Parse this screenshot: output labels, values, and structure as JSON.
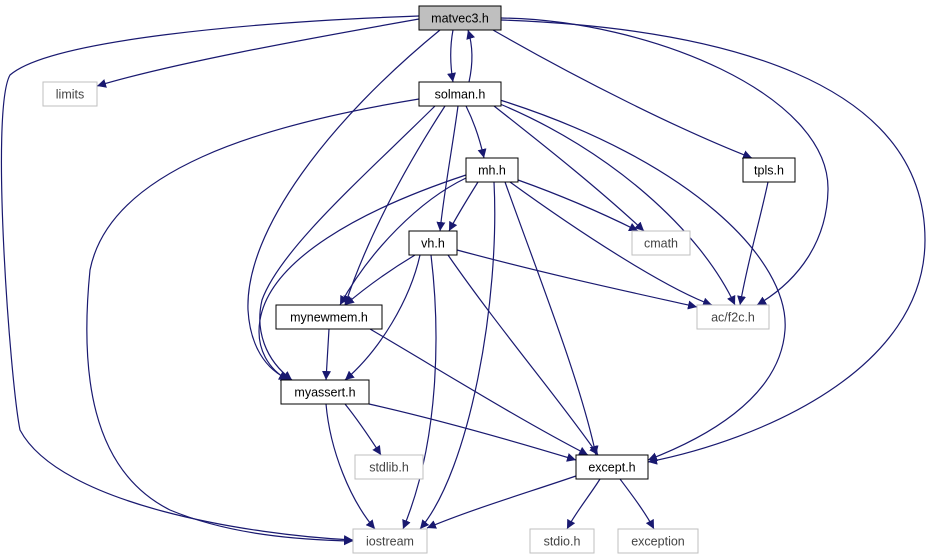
{
  "graph": {
    "root": "matvec3.h",
    "colors": {
      "edge": "#191970",
      "root_fill": "#bfbfbf",
      "root_border": "#000000",
      "internal_border": "#000000",
      "external_border": "#bfbfbf",
      "text": "#000000"
    },
    "nodes": [
      {
        "id": "matvec3",
        "label": "matvec3.h",
        "kind": "root"
      },
      {
        "id": "limits",
        "label": "limits",
        "kind": "external"
      },
      {
        "id": "solman",
        "label": "solman.h",
        "kind": "internal"
      },
      {
        "id": "mh",
        "label": "mh.h",
        "kind": "internal"
      },
      {
        "id": "tpls",
        "label": "tpls.h",
        "kind": "internal"
      },
      {
        "id": "vh",
        "label": "vh.h",
        "kind": "internal"
      },
      {
        "id": "cmath",
        "label": "cmath",
        "kind": "external"
      },
      {
        "id": "mynewmem",
        "label": "mynewmem.h",
        "kind": "internal"
      },
      {
        "id": "acf2c",
        "label": "ac/f2c.h",
        "kind": "external"
      },
      {
        "id": "myassert",
        "label": "myassert.h",
        "kind": "internal"
      },
      {
        "id": "stdlib",
        "label": "stdlib.h",
        "kind": "external"
      },
      {
        "id": "except",
        "label": "except.h",
        "kind": "internal"
      },
      {
        "id": "iostream",
        "label": "iostream",
        "kind": "external"
      },
      {
        "id": "stdio",
        "label": "stdio.h",
        "kind": "external"
      },
      {
        "id": "exception",
        "label": "exception",
        "kind": "external"
      }
    ],
    "edges": [
      {
        "from": "matvec3",
        "to": "limits"
      },
      {
        "from": "matvec3",
        "to": "solman"
      },
      {
        "from": "matvec3",
        "to": "tpls"
      },
      {
        "from": "matvec3",
        "to": "acf2c"
      },
      {
        "from": "matvec3",
        "to": "except"
      },
      {
        "from": "matvec3",
        "to": "iostream"
      },
      {
        "from": "matvec3",
        "to": "myassert"
      },
      {
        "from": "solman",
        "to": "matvec3"
      },
      {
        "from": "solman",
        "to": "mh"
      },
      {
        "from": "solman",
        "to": "vh"
      },
      {
        "from": "solman",
        "to": "cmath"
      },
      {
        "from": "solman",
        "to": "acf2c"
      },
      {
        "from": "solman",
        "to": "except"
      },
      {
        "from": "solman",
        "to": "iostream"
      },
      {
        "from": "solman",
        "to": "mynewmem"
      },
      {
        "from": "solman",
        "to": "myassert"
      },
      {
        "from": "mh",
        "to": "vh"
      },
      {
        "from": "mh",
        "to": "cmath"
      },
      {
        "from": "mh",
        "to": "acf2c"
      },
      {
        "from": "mh",
        "to": "except"
      },
      {
        "from": "mh",
        "to": "iostream"
      },
      {
        "from": "mh",
        "to": "mynewmem"
      },
      {
        "from": "mh",
        "to": "myassert"
      },
      {
        "from": "tpls",
        "to": "acf2c"
      },
      {
        "from": "vh",
        "to": "mynewmem"
      },
      {
        "from": "vh",
        "to": "myassert"
      },
      {
        "from": "vh",
        "to": "acf2c"
      },
      {
        "from": "vh",
        "to": "except"
      },
      {
        "from": "vh",
        "to": "iostream"
      },
      {
        "from": "mynewmem",
        "to": "myassert"
      },
      {
        "from": "mynewmem",
        "to": "except"
      },
      {
        "from": "myassert",
        "to": "stdlib"
      },
      {
        "from": "myassert",
        "to": "except"
      },
      {
        "from": "myassert",
        "to": "iostream"
      },
      {
        "from": "except",
        "to": "iostream"
      },
      {
        "from": "except",
        "to": "stdio"
      },
      {
        "from": "except",
        "to": "exception"
      }
    ]
  }
}
